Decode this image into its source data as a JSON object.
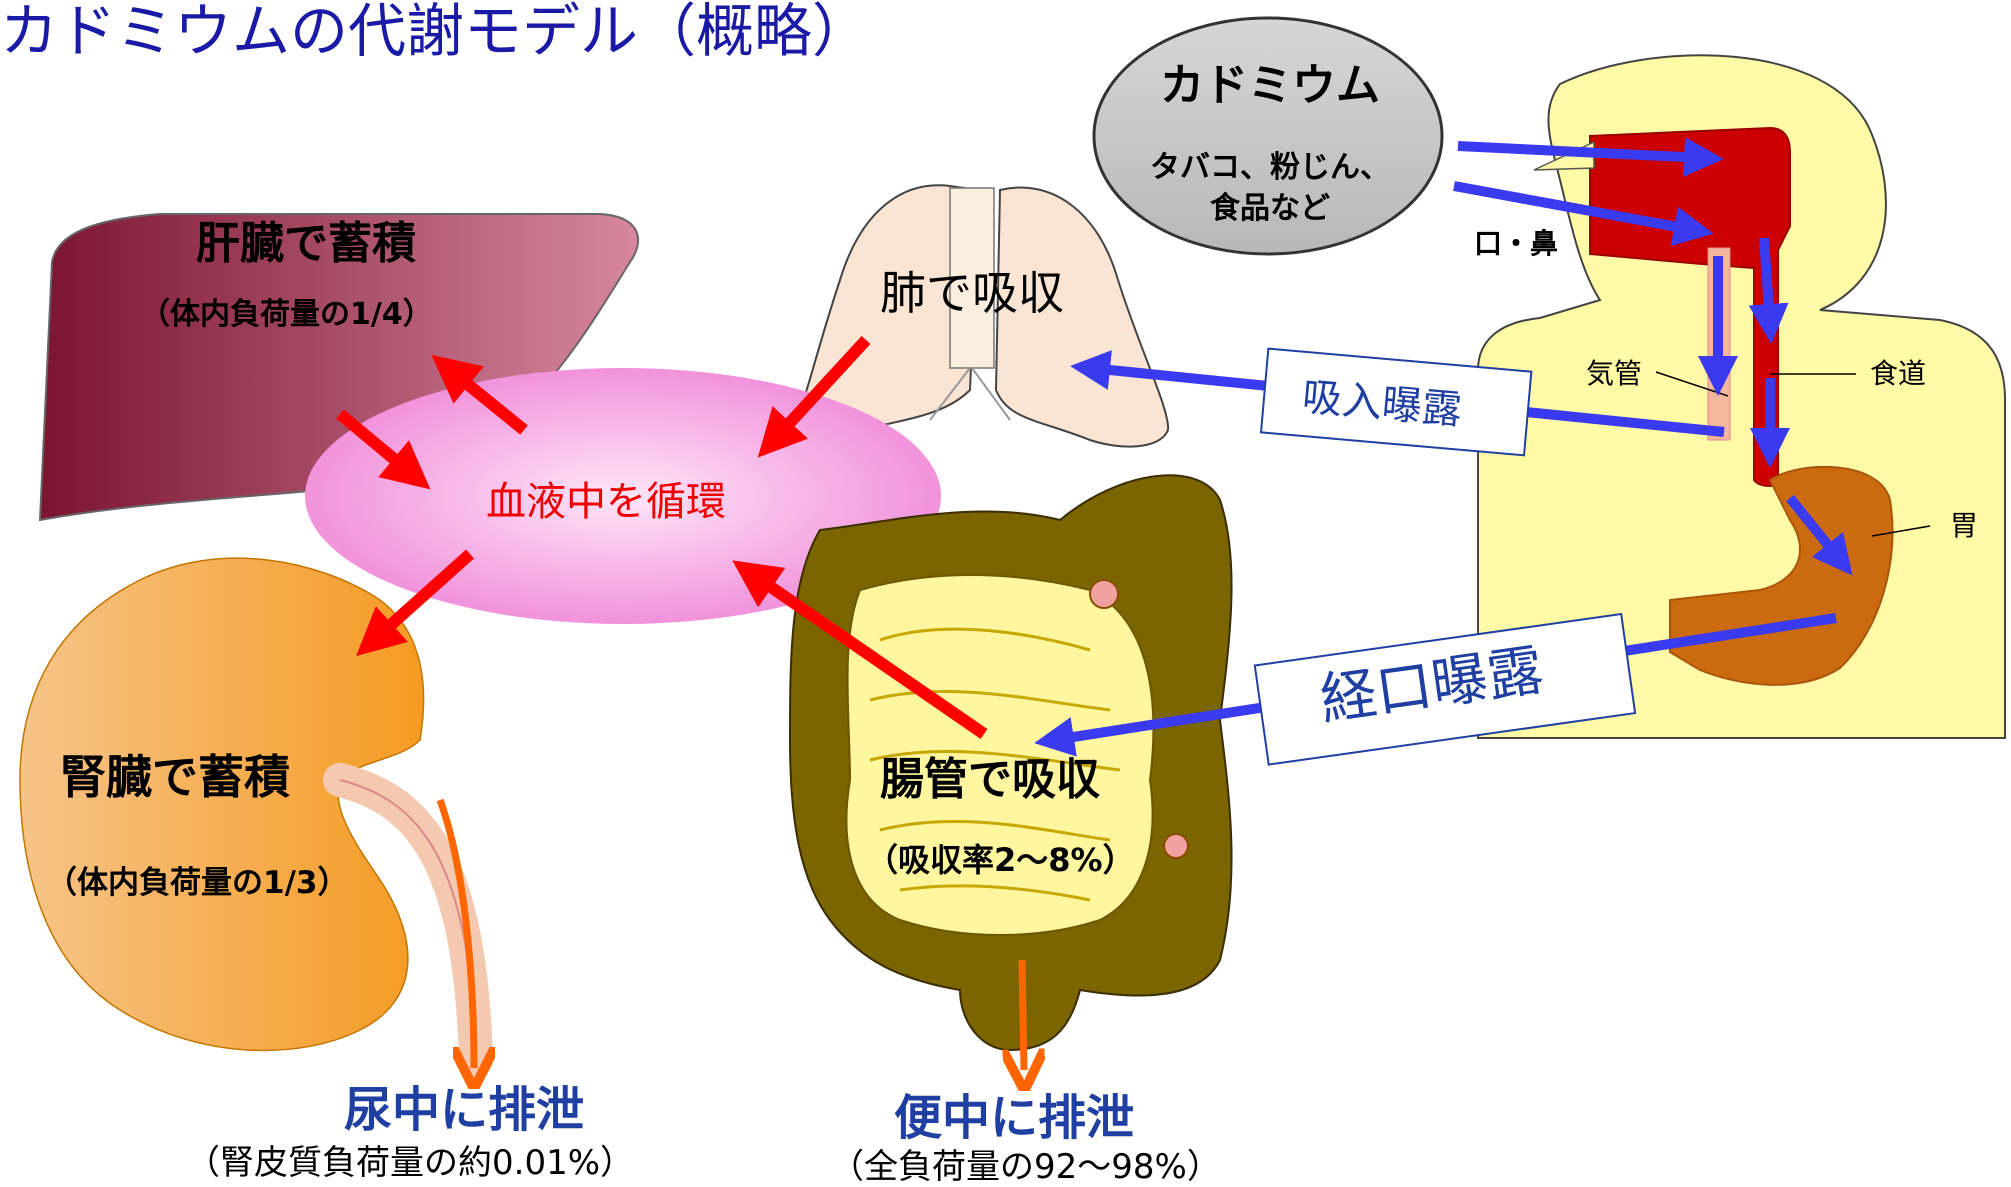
{
  "title": "カドミウムの代謝モデル（概略）",
  "source": {
    "name": "カドミウム",
    "examples_line1": "タバコ、粉じん、",
    "examples_line2": "食品など"
  },
  "organs": {
    "liver": {
      "label": "肝臓で蓄積",
      "share": "（体内負荷量の1/4）"
    },
    "lung": {
      "label": "肺で吸収"
    },
    "blood": {
      "label": "血液中を循環"
    },
    "kidney": {
      "label": "腎臓で蓄積",
      "share": "（体内負荷量の1/3）"
    },
    "intestine": {
      "label": "腸管で吸収",
      "rate": "（吸収率2～8%）"
    }
  },
  "routes": {
    "inhalation": "吸入曝露",
    "oral": "経口曝露"
  },
  "body_parts": {
    "mouth_nose": "口・鼻",
    "trachea": "気管",
    "esophagus": "食道",
    "stomach": "胃"
  },
  "excretion": {
    "urine": {
      "label": "尿中に排泄",
      "detail": "（腎皮質負荷量の約0.01%）"
    },
    "feces": {
      "label": "便中に排泄",
      "detail": "（全負荷量の92～98%）"
    }
  },
  "colors": {
    "title": "#1a1aa6",
    "red_arrow": "#ff0000",
    "blue_arrow": "#3a3af0",
    "excretion_arrow": "#ff6600",
    "excretion_text": "#1f3fa3",
    "blood_text": "#ee0000"
  },
  "icons": [
    "cloud-shape",
    "liver-shape",
    "lung-shape",
    "kidney-shape",
    "intestine-shape",
    "body-silhouette"
  ]
}
